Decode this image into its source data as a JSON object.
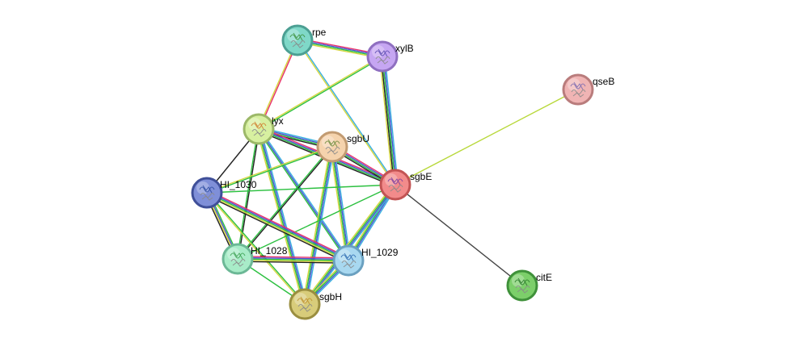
{
  "network": {
    "nodes": [
      {
        "id": "rpe",
        "label": "rpe",
        "color": "#7fd8c8",
        "ring": "#4c9f93",
        "protein": "#3a8f3a"
      },
      {
        "id": "xylB",
        "label": "xylB",
        "color": "#c6a6f2",
        "ring": "#8f6fc0",
        "protein": "#5a4ab0"
      },
      {
        "id": "qseB",
        "label": "qseB",
        "color": "#f0b4b4",
        "ring": "#b97c7c",
        "protein": "#7a6ab0"
      },
      {
        "id": "lyx",
        "label": "lyx",
        "color": "#d7f0a0",
        "ring": "#9cb868",
        "protein": "#d07a2a"
      },
      {
        "id": "sgbU",
        "label": "sgbU",
        "color": "#f5d3ad",
        "ring": "#c29b72",
        "protein": "#6a8a3a"
      },
      {
        "id": "sgbE",
        "label": "sgbE",
        "color": "#f28b8b",
        "ring": "#c25454",
        "protein": "#7a3aa0"
      },
      {
        "id": "HI_1030",
        "label": "HI_1030",
        "color": "#7f8fd8",
        "ring": "#3f4f98",
        "protein": "#2a4aa0"
      },
      {
        "id": "HI_1028",
        "label": "HI_1028",
        "color": "#a8ecc8",
        "ring": "#6cb896",
        "protein": "#3aa050"
      },
      {
        "id": "HI_1029",
        "label": "HI_1029",
        "color": "#a8d8f0",
        "ring": "#6aa0c0",
        "protein": "#2a6ab0"
      },
      {
        "id": "sgbH",
        "label": "sgbH",
        "color": "#d8cc7a",
        "ring": "#9a8e40",
        "protein": "#c0902a"
      },
      {
        "id": "citE",
        "label": "citE",
        "color": "#7ccf6a",
        "ring": "#3f913a",
        "protein": "#2a7a2a"
      }
    ],
    "edges": [
      {
        "source": "rpe",
        "target": "xylB",
        "colors": [
          "#e8306a",
          "#4a50d0",
          "#2cc040",
          "#d6d640"
        ]
      },
      {
        "source": "rpe",
        "target": "lyx",
        "colors": [
          "#e8306a",
          "#d6d640"
        ]
      },
      {
        "source": "rpe",
        "target": "sgbE",
        "colors": [
          "#3ab0e0",
          "#d6d640"
        ]
      },
      {
        "source": "xylB",
        "target": "lyx",
        "colors": [
          "#2cc040",
          "#d6d640"
        ]
      },
      {
        "source": "xylB",
        "target": "sgbE",
        "colors": [
          "#3ab0e0",
          "#4a50d0",
          "#2cc040",
          "#222222",
          "#d6d640"
        ]
      },
      {
        "source": "sgbE",
        "target": "qseB",
        "colors": [
          "#b8d83a"
        ]
      },
      {
        "source": "sgbE",
        "target": "citE",
        "colors": [
          "#444444"
        ]
      },
      {
        "source": "lyx",
        "target": "sgbU",
        "colors": [
          "#3ab0e0",
          "#4a50d0",
          "#2cc040",
          "#222222"
        ]
      },
      {
        "source": "lyx",
        "target": "sgbE",
        "colors": [
          "#e8306a",
          "#4a50d0",
          "#2cc040",
          "#222222"
        ]
      },
      {
        "source": "lyx",
        "target": "HI_1030",
        "colors": [
          "#222222"
        ]
      },
      {
        "source": "lyx",
        "target": "HI_1028",
        "colors": [
          "#222222",
          "#2cc040"
        ]
      },
      {
        "source": "lyx",
        "target": "HI_1029",
        "colors": [
          "#3ab0e0",
          "#4a50d0",
          "#2cc040"
        ]
      },
      {
        "source": "lyx",
        "target": "sgbH",
        "colors": [
          "#3ab0e0",
          "#4a50d0",
          "#2cc040",
          "#d6d640"
        ]
      },
      {
        "source": "sgbU",
        "target": "sgbE",
        "colors": [
          "#e8306a",
          "#4a50d0",
          "#2cc040",
          "#222222"
        ]
      },
      {
        "source": "sgbU",
        "target": "HI_1030",
        "colors": [
          "#2cc040",
          "#d6d640"
        ]
      },
      {
        "source": "sgbU",
        "target": "HI_1028",
        "colors": [
          "#222222",
          "#2cc040"
        ]
      },
      {
        "source": "sgbU",
        "target": "HI_1029",
        "colors": [
          "#3ab0e0",
          "#4a50d0",
          "#2cc040",
          "#d6d640"
        ]
      },
      {
        "source": "sgbU",
        "target": "sgbH",
        "colors": [
          "#3ab0e0",
          "#4a50d0",
          "#2cc040",
          "#d6d640"
        ]
      },
      {
        "source": "sgbE",
        "target": "HI_1030",
        "colors": [
          "#2cc040"
        ]
      },
      {
        "source": "sgbE",
        "target": "HI_1028",
        "colors": [
          "#2cc040"
        ]
      },
      {
        "source": "sgbE",
        "target": "HI_1029",
        "colors": [
          "#3ab0e0",
          "#4a50d0",
          "#2cc040",
          "#d6d640"
        ]
      },
      {
        "source": "sgbE",
        "target": "sgbH",
        "colors": [
          "#3ab0e0",
          "#4a50d0",
          "#2cc040",
          "#d6d640"
        ]
      },
      {
        "source": "HI_1030",
        "target": "HI_1028",
        "colors": [
          "#2cc040",
          "#4a50d0",
          "#d6d640",
          "#222222"
        ]
      },
      {
        "source": "HI_1030",
        "target": "HI_1029",
        "colors": [
          "#e8306a",
          "#4a50d0",
          "#2cc040",
          "#d6d640",
          "#222222"
        ]
      },
      {
        "source": "HI_1030",
        "target": "sgbH",
        "colors": [
          "#2cc040",
          "#d6d640"
        ]
      },
      {
        "source": "HI_1028",
        "target": "HI_1029",
        "colors": [
          "#e8306a",
          "#4a50d0",
          "#2cc040",
          "#d6d640",
          "#222222"
        ]
      },
      {
        "source": "HI_1028",
        "target": "sgbH",
        "colors": [
          "#2cc040"
        ]
      },
      {
        "source": "HI_1029",
        "target": "sgbH",
        "colors": [
          "#3ab0e0",
          "#4a50d0",
          "#2cc040",
          "#d6d640"
        ]
      }
    ]
  }
}
